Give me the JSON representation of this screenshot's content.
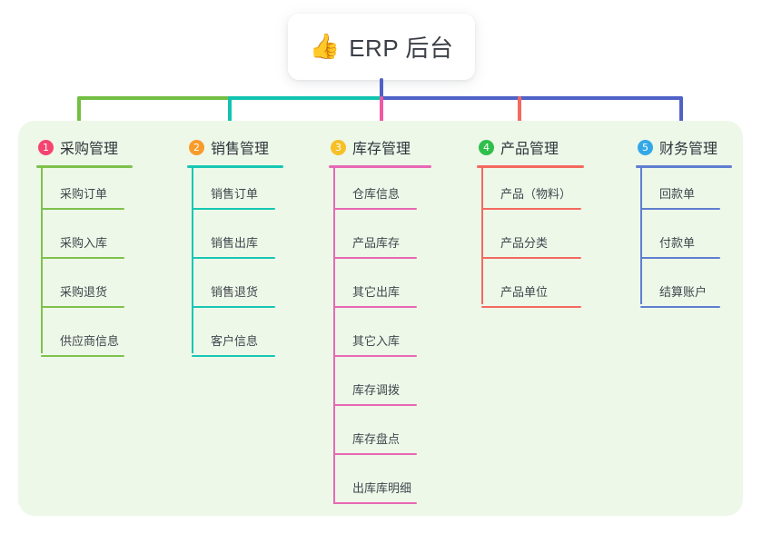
{
  "root": {
    "icon": "thumbs-up-icon",
    "emoji": "👍",
    "title": "ERP 后台"
  },
  "colors": {
    "panel_bg": "#eef8e9",
    "page_bg": "#ffffff",
    "text": "#2f343b",
    "leaf_text": "#41464d",
    "trunk": "#5061c8",
    "connector_green": "#73bf44",
    "connector_teal": "#12c4b0",
    "connector_blue": "#5061c8",
    "badge1": "#f4446f",
    "badge2": "#f99b2b",
    "badge3": "#f6c026",
    "badge4": "#2fbf4b",
    "badge5": "#32a8e8",
    "col1_line": "#7ec24c",
    "col2_line": "#16c7b4",
    "col3_line": "#e868b4",
    "col4_line": "#f4695f",
    "col5_line": "#5f7ed0"
  },
  "chart_data": {
    "type": "diagram",
    "title": "ERP 后台",
    "structure": "tree",
    "levels": 3,
    "branch_count": 5,
    "leaf_total": 21
  },
  "columns": [
    {
      "number": "1",
      "title": "采购管理",
      "badge_color": "#f4446f",
      "line_color": "#7ec24c",
      "connector_color": "#73bf44",
      "items": [
        "采购订单",
        "采购入库",
        "采购退货",
        "供应商信息"
      ]
    },
    {
      "number": "2",
      "title": "销售管理",
      "badge_color": "#f99b2b",
      "line_color": "#16c7b4",
      "connector_color": "#12c4b0",
      "items": [
        "销售订单",
        "销售出库",
        "销售退货",
        "客户信息"
      ]
    },
    {
      "number": "3",
      "title": "库存管理",
      "badge_color": "#f6c026",
      "line_color": "#e868b4",
      "connector_color": "#ef5aa0",
      "items": [
        "仓库信息",
        "产品库存",
        "其它出库",
        "其它入库",
        "库存调拨",
        "库存盘点",
        "出库库明细"
      ]
    },
    {
      "number": "4",
      "title": "产品管理",
      "badge_color": "#2fbf4b",
      "line_color": "#f4695f",
      "connector_color": "#f4695f",
      "items": [
        "产品（物料）",
        "产品分类",
        "产品单位"
      ]
    },
    {
      "number": "5",
      "title": "财务管理",
      "badge_color": "#32a8e8",
      "line_color": "#5f7ed0",
      "connector_color": "#5061c8",
      "items": [
        "回款单",
        "付款单",
        "结算账户"
      ]
    }
  ]
}
